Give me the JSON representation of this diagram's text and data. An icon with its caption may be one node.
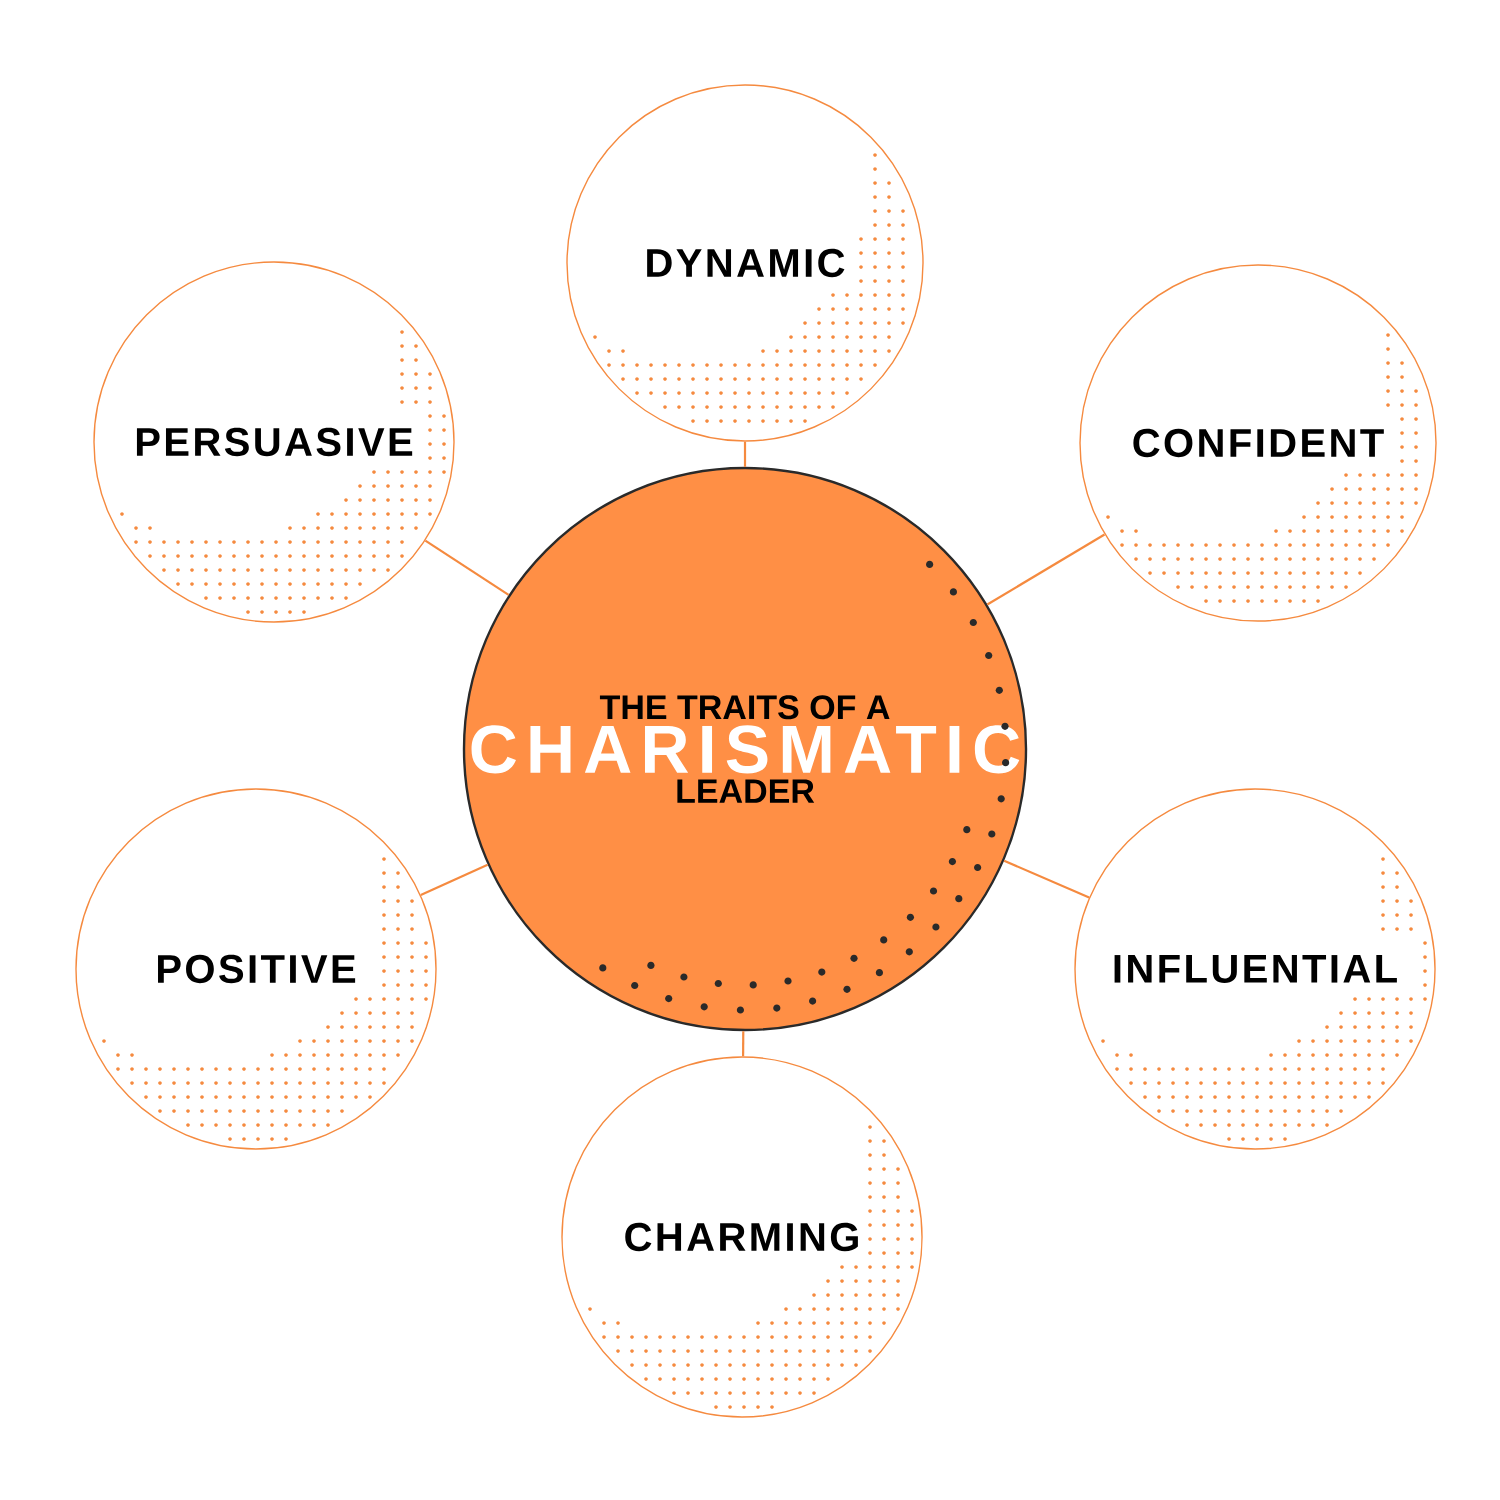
{
  "diagram": {
    "nodes": [
      {
        "text": [
          "THE TRAITS OF A",
          "CHARISMATIC",
          "LEADER"
        ]
      },
      {
        "text": [
          "DYNAMIC"
        ]
      },
      {
        "text": [
          "CONFIDENT"
        ]
      },
      {
        "text": [
          "INFLUENTIAL"
        ]
      },
      {
        "text": [
          "CHARMING"
        ]
      },
      {
        "text": [
          "POSITIVE"
        ]
      },
      {
        "text": [
          "PERSUASIVE"
        ]
      }
    ],
    "edges": [
      {
        "from": 0,
        "to": 1,
        "arrow": "none"
      },
      {
        "from": 0,
        "to": 2,
        "arrow": "none"
      },
      {
        "from": 0,
        "to": 3,
        "arrow": "none"
      },
      {
        "from": 0,
        "to": 4,
        "arrow": "none"
      },
      {
        "from": 0,
        "to": 5,
        "arrow": "none"
      },
      {
        "from": 0,
        "to": 6,
        "arrow": "none"
      }
    ]
  }
}
